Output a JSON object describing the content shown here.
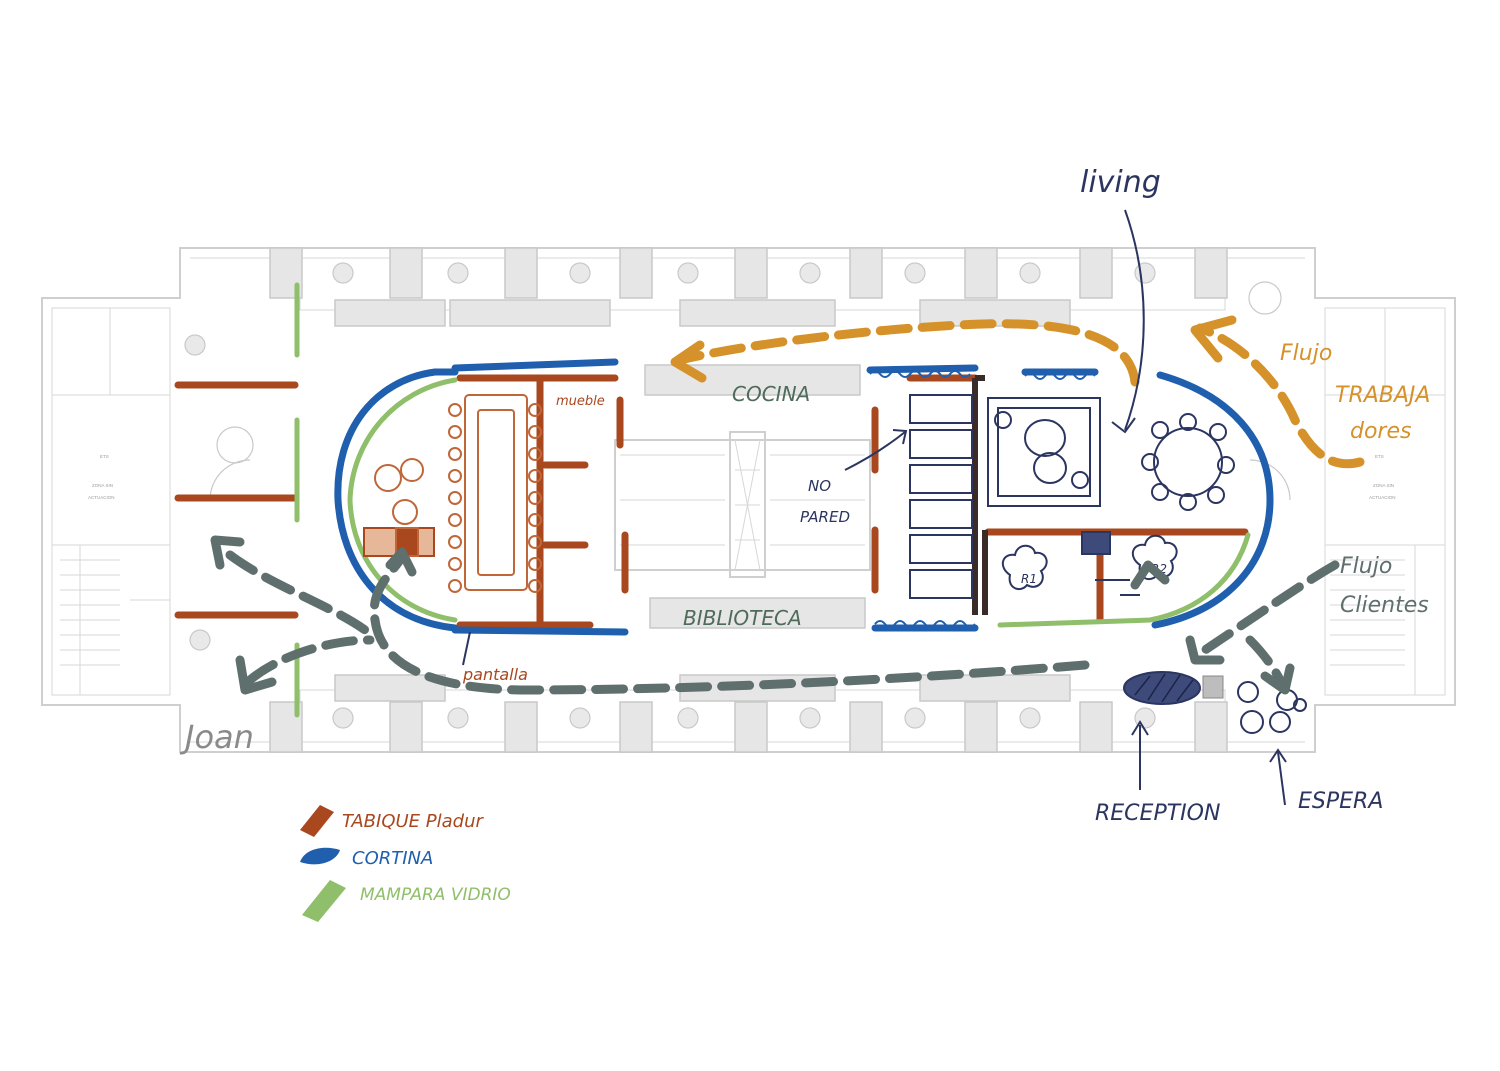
{
  "colors": {
    "plaster": "#a9471e",
    "curtain": "#1f5fae",
    "glass": "#8fbf6a",
    "work_flow": "#d6922a",
    "client_flow": "#5f6f6d",
    "navy": "#2b3560",
    "green_text": "#4f6b5a",
    "base": "#cfcfcf"
  },
  "plan": {
    "small_labels": [
      "ZONA SIN",
      "ACTUACION",
      "ZONA SIN",
      "ACTUACION",
      "ETS",
      "ETS"
    ]
  },
  "annotations": {
    "living": "living",
    "flujo_trabajadores": [
      "Flujo",
      "TRABAJA",
      "dores"
    ],
    "flujo_clientes": [
      "Flujo",
      "Clientes"
    ],
    "cocina": "COCINA",
    "biblioteca": "BIBLIOTECA",
    "mueble": "mueble",
    "no_pared": [
      "NO",
      "PARED"
    ],
    "pantalla": "pantalla",
    "recepcion": "RECEPTION",
    "espera": "ESPERA",
    "joan": "Joan",
    "room_r1": "R1",
    "room_r2": "R2"
  },
  "legend": [
    {
      "label": "TABIQUE Pladur",
      "color": "#a9471e"
    },
    {
      "label": "CORTINA",
      "color": "#1f5fae"
    },
    {
      "label": "MAMPARA VIDRIO",
      "color": "#8fbf6a"
    }
  ]
}
